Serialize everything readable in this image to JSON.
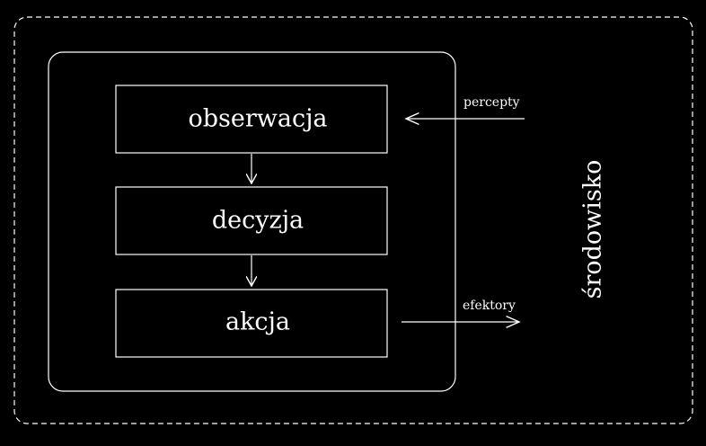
{
  "nodes": {
    "observation": "obserwacja",
    "decision": "decyzja",
    "action": "akcja"
  },
  "edges": {
    "percepts": "percepty",
    "effectors": "efektory"
  },
  "environment": "środowisko",
  "colors": {
    "background": "#000000",
    "stroke": "#ffffff"
  }
}
